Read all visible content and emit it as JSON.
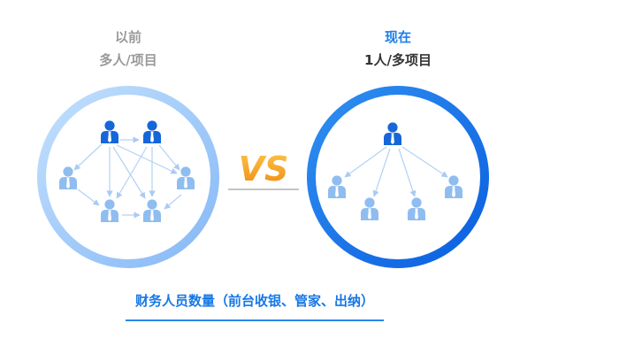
{
  "before": {
    "title": "以前",
    "subtitle": "多人/项目"
  },
  "now": {
    "title": "现在",
    "subtitle": "1人/多项目"
  },
  "vs_text": "VS",
  "caption": "财务人员数量（前台收银、管家、出纳）",
  "colors": {
    "before_ring": "#a9d3fb",
    "now_ring": "#1371ea",
    "main_person": "#1566d9",
    "sub_person": "#8fbdf0",
    "arrow": "#b3d2f4",
    "vs_orange": "#f5a623",
    "caption": "#1677e6"
  },
  "icons": {
    "person": "person-icon",
    "arrow": "arrow-icon"
  }
}
